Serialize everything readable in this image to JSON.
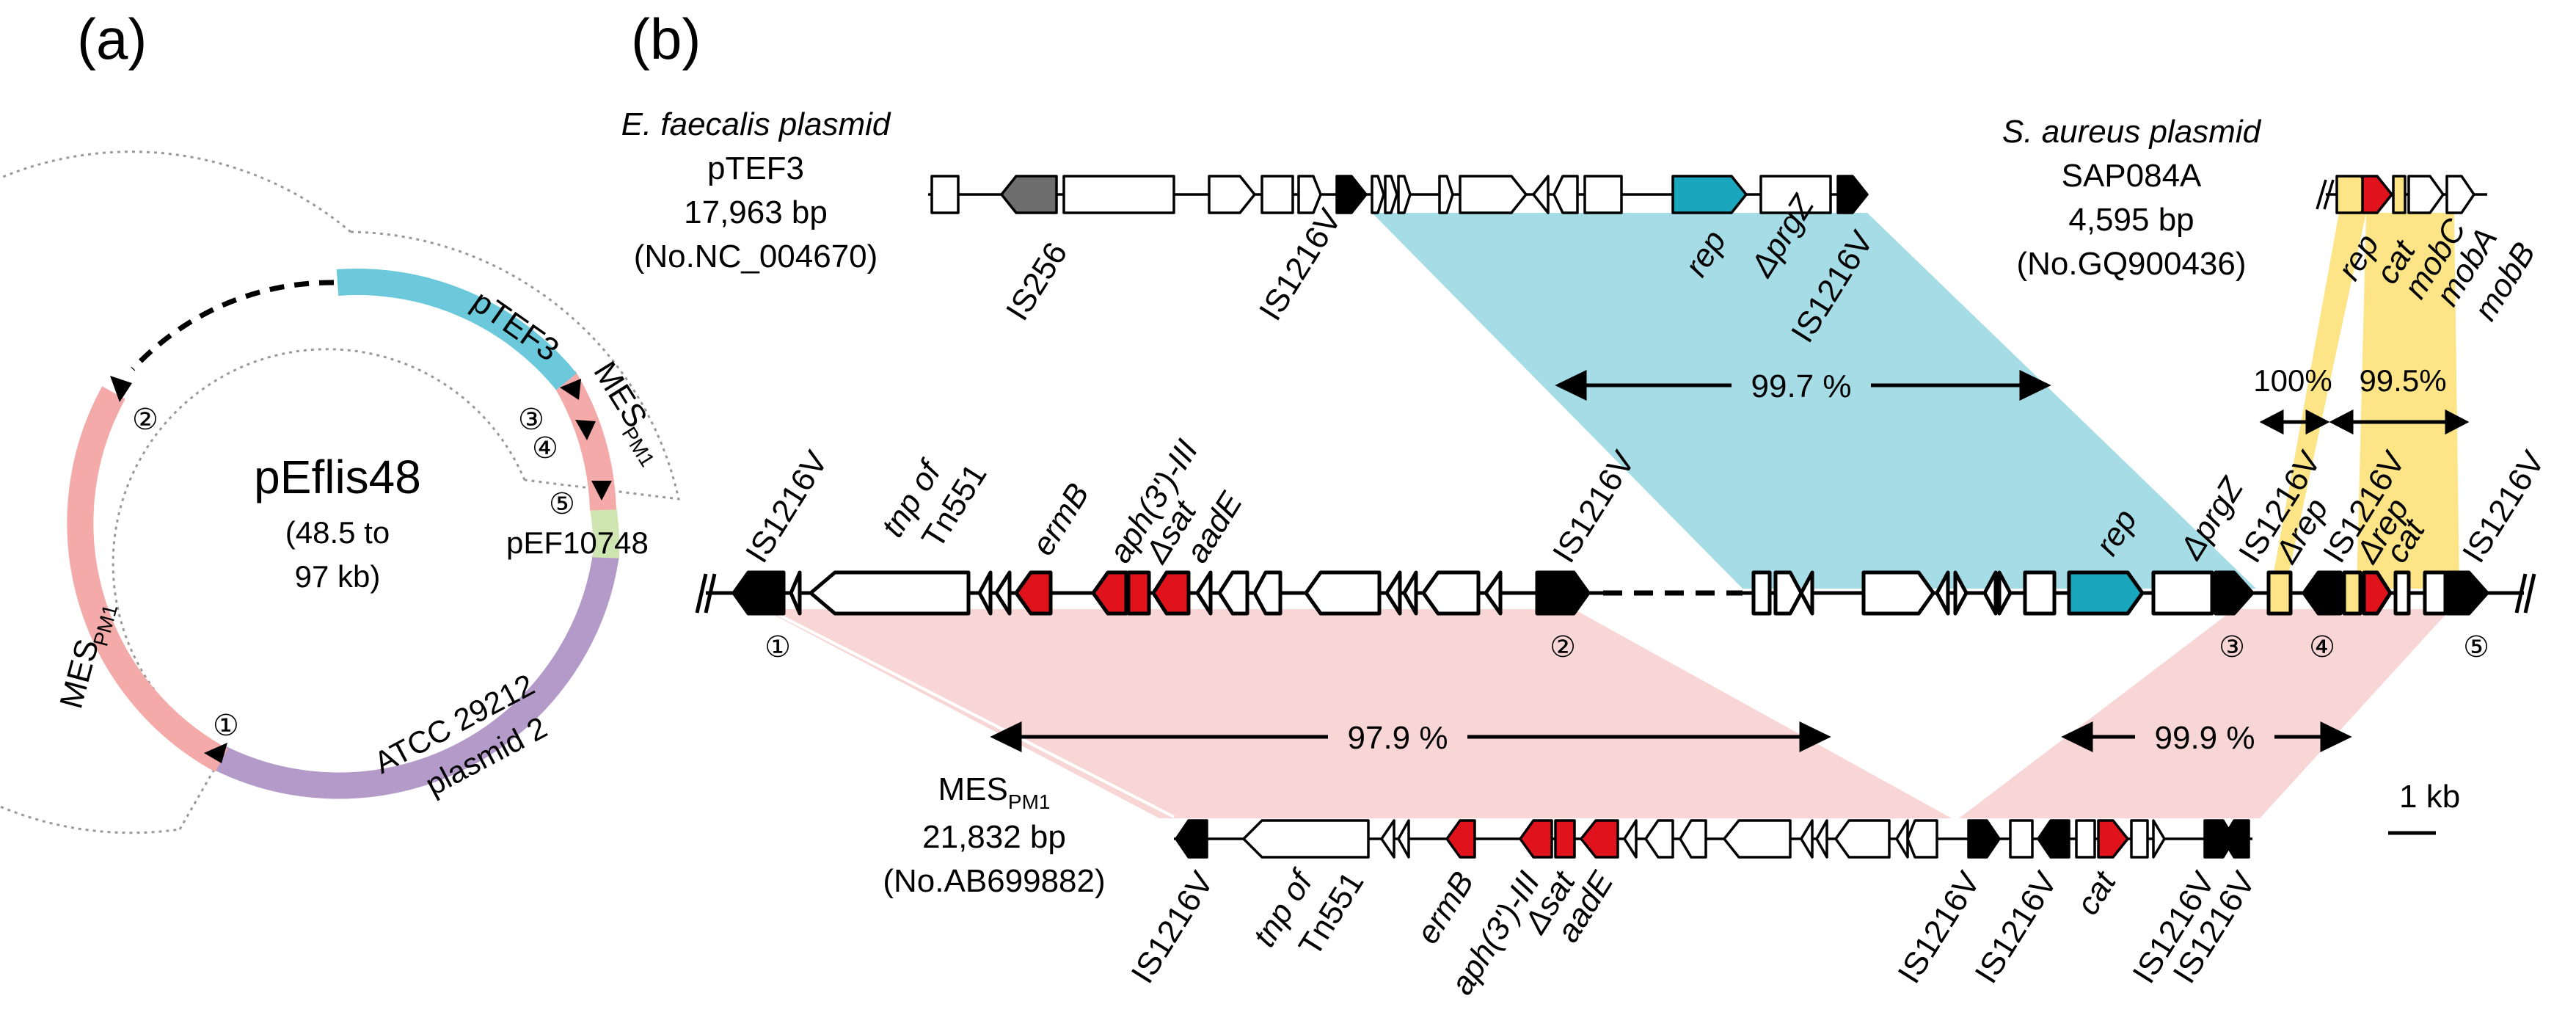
{
  "panel_a": {
    "label": "(a)",
    "title": "pEflis48",
    "subtitle_line1": "(48.5 to",
    "subtitle_line2": "97 kb)",
    "segments": {
      "ptef3": "pTEF3",
      "mes_top": "MES",
      "mes_left": "MES",
      "mes_sub": "PM1",
      "pef": "pEF10748",
      "atcc_line1": "ATCC 29212",
      "atcc_line2": "plasmid 2"
    },
    "markers": [
      "①",
      "②",
      "③",
      "④",
      "⑤"
    ],
    "colors": {
      "ptef3": "#6cc9dc",
      "mes": "#f4aaa8",
      "pef": "#cfe6b3",
      "atcc": "#b49ac8"
    }
  },
  "panel_b": {
    "label": "(b)",
    "ptef3_info": [
      "E. faecalis plasmid",
      "pTEF3",
      "17,963 bp",
      "(No.NC_004670)"
    ],
    "sap_info": [
      "S. aureus plasmid",
      "SAP084A",
      "4,595 bp",
      "(No.GQ900436)"
    ],
    "mes_info": [
      "MES",
      "PM1",
      "21,832 bp",
      "(No.AB699882)"
    ],
    "ptef3_genes": [
      "IS256",
      "IS1216V",
      "rep",
      "ΔprgZ",
      "IS1216V"
    ],
    "sap_genes": [
      "rep",
      "cat",
      "mobC",
      "mobA",
      "mobB"
    ],
    "mid_genes": [
      "IS1216V",
      "tnp of",
      "Tn551",
      "ermB",
      "aph(3')-III",
      "Δsat",
      "aadE",
      "IS1216V",
      "rep",
      "ΔprgZ",
      "IS1216V",
      "Δrep",
      "IS1216V",
      "Δrep",
      "cat",
      "IS1216V"
    ],
    "mes_genes": [
      "IS1216V",
      "tnp of",
      "Tn551",
      "ermB",
      "aph(3')-III",
      "Δsat",
      "aadE",
      "IS1216V",
      "IS1216V",
      "cat",
      "IS1216V",
      "IS1216V"
    ],
    "identities": [
      "99.7 %",
      "100%",
      "99.5%",
      "97.9 %",
      "99.9 %"
    ],
    "markers": [
      "①",
      "②",
      "③",
      "④",
      "⑤"
    ],
    "scale": "1 kb",
    "colors": {
      "blue": "#a5dce6",
      "red": "#f9d6d6",
      "yellow": "#fde487",
      "rep_gene": "#1aa6bd",
      "res_gene": "#e0121c",
      "is256": "#6d6d6d",
      "is_black": "#000000"
    }
  }
}
